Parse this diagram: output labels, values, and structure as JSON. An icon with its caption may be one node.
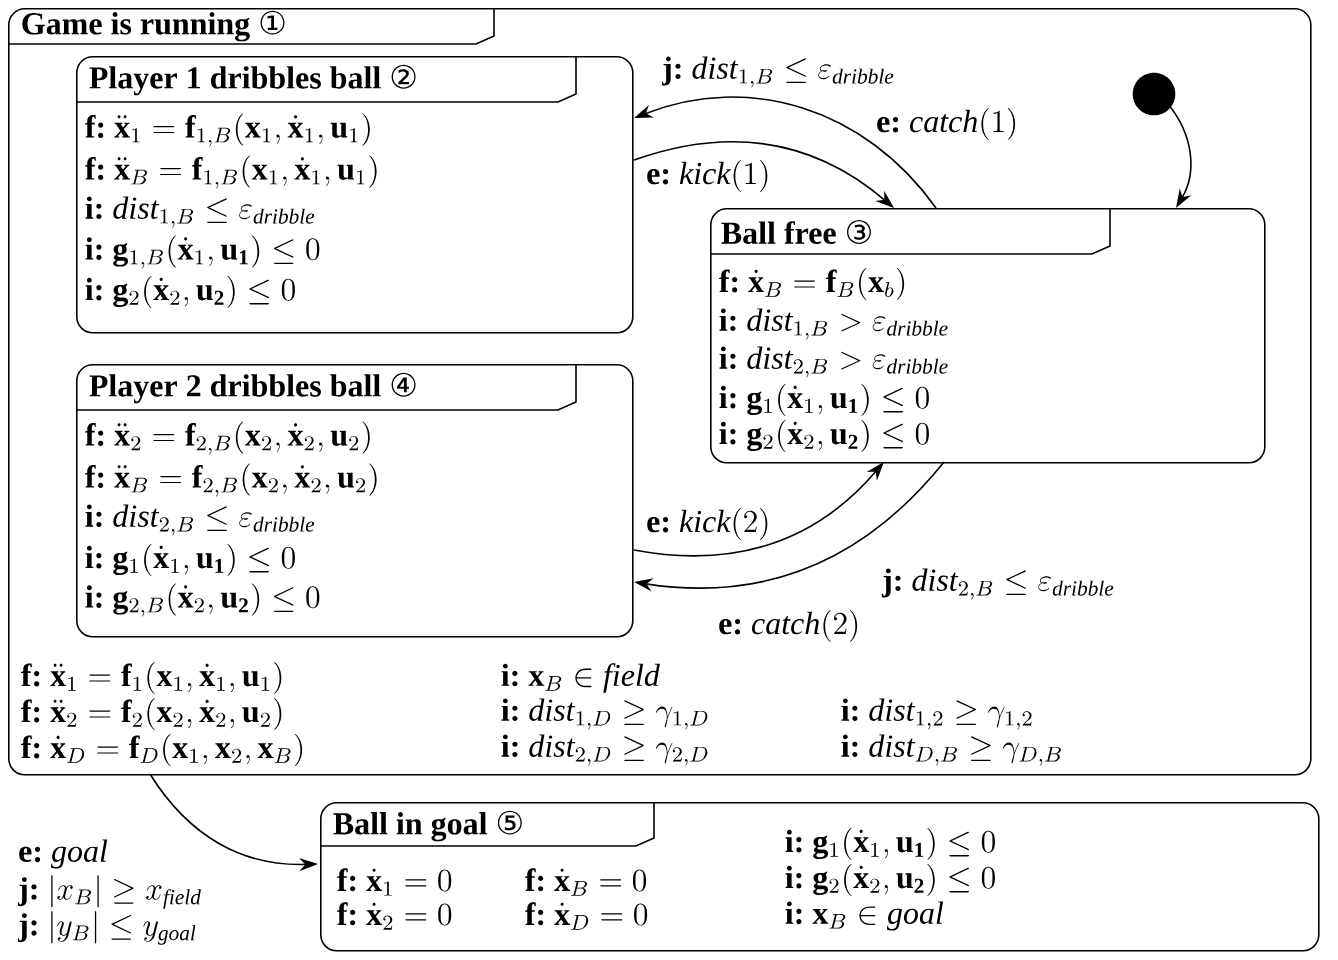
{
  "diagram": {
    "nodes": [
      {
        "text": [
          "Game is running ①",
          "\\textbf{f:}\\ \\ddot{\\mathbf{x}}_1=\\mathbf{f}_1(\\mathbf{x}_1,\\dot{\\mathbf{x}}_1,\\mathbf{u}_1)",
          "\\textbf{i:}\\ \\mathbf{x}_B\\in \\mathit{field}",
          "\\textbf{f:}\\ \\ddot{\\mathbf{x}}_2=\\mathbf{f}_2(\\mathbf{x}_2,\\dot{\\mathbf{x}}_2,\\mathbf{u}_2)",
          "\\textbf{i:}\\ \\mathit{dist}_{1,D}\\geq\\gamma_{1,D}",
          "\\textbf{i:}\\ \\mathit{dist}_{1,2}\\geq\\gamma_{1,2}",
          "\\textbf{f:}\\ \\dot{\\mathbf{x}}_D=\\mathbf{f}_D(\\mathbf{x}_1,\\mathbf{x}_2,\\mathbf{x}_B)",
          "\\textbf{i:}\\ \\mathit{dist}_{2,D}\\geq\\gamma_{2,D}",
          "\\textbf{i:}\\ \\mathit{dist}_{D,B}\\geq\\gamma_{D,B}"
        ]
      },
      {
        "text": [
          "Player 1 dribbles ball ②",
          "\\textbf{f:}\\ \\ddot{\\mathbf{x}}_1=\\mathbf{f}_{1,B}(\\mathbf{x}_1,\\dot{\\mathbf{x}}_1,\\mathbf{u}_1)",
          "\\textbf{f:}\\ \\ddot{\\mathbf{x}}_B=\\mathbf{f}_{1,B}(\\mathbf{x}_1,\\dot{\\mathbf{x}}_1,\\mathbf{u}_1)",
          "\\textbf{i:}\\ \\mathit{dist}_{1,B}\\leq\\varepsilon_{\\mathit{dribble}}",
          "\\textbf{i:}\\ \\mathbf{g}_{1,B}(\\dot{\\mathbf{x}}_1,\\mathbf{u_1})\\leq 0",
          "\\textbf{i:}\\ \\mathbf{g}_2(\\dot{\\mathbf{x}}_2,\\mathbf{u_2})\\leq 0"
        ],
        "in": 0
      },
      {
        "text": [
          "Ball free ③",
          "\\textbf{f:}\\ \\dot{\\mathbf{x}}_B=\\mathbf{f}_B(\\mathbf{x}_b)",
          "\\textbf{i:}\\ \\mathit{dist}_{1,B}>\\varepsilon_{\\mathit{dribble}}",
          "\\textbf{i:}\\ \\mathit{dist}_{2,B}>\\varepsilon_{\\mathit{dribble}}",
          "\\textbf{i:}\\ \\mathbf{g}_1(\\dot{\\mathbf{x}}_1,\\mathbf{u_1})\\leq 0",
          "\\textbf{i:}\\ \\mathbf{g}_2(\\dot{\\mathbf{x}}_2,\\mathbf{u_2})\\leq 0"
        ],
        "in": 0
      },
      {
        "text": [
          "Player 2 dribbles ball ④",
          "\\textbf{f:}\\ \\ddot{\\mathbf{x}}_2=\\mathbf{f}_{2,B}(\\mathbf{x}_2,\\dot{\\mathbf{x}}_2,\\mathbf{u}_2)",
          "\\textbf{f:}\\ \\ddot{\\mathbf{x}}_B=\\mathbf{f}_{2,B}(\\mathbf{x}_2,\\dot{\\mathbf{x}}_2,\\mathbf{u}_2)",
          "\\textbf{i:}\\ \\mathit{dist}_{2,B}\\leq\\varepsilon_{\\mathit{dribble}}",
          "\\textbf{i:}\\ \\mathbf{g}_1(\\dot{\\mathbf{x}}_1,\\mathbf{u_1})\\leq 0",
          "\\textbf{i:}\\ \\mathbf{g}_{2,B}(\\dot{\\mathbf{x}}_2,\\mathbf{u_2})\\leq 0"
        ],
        "in": 0
      },
      {
        "text": [],
        "shape": "circle",
        "in": 0
      },
      {
        "text": [
          "Ball in goal ⑤",
          "\\textbf{i:}\\ \\mathbf{g}_1(\\dot{\\mathbf{x}}_1,\\mathbf{u_1})\\leq 0",
          "\\textbf{f:}\\ \\dot{\\mathbf{x}}_1=0",
          "\\textbf{f:}\\ \\dot{\\mathbf{x}}_B=0",
          "\\textbf{i:}\\ \\mathbf{g}_2(\\dot{\\mathbf{x}}_2,\\mathbf{u_2})\\leq 0",
          "\\textbf{f:}\\ \\dot{\\mathbf{x}}_2=0",
          "\\textbf{f:}\\ \\dot{\\mathbf{x}}_D=0",
          "\\textbf{i:}\\ \\mathbf{x}_B\\in \\mathit{goal}"
        ]
      }
    ],
    "edges": [
      {
        "from": 2,
        "to": 1,
        "arrow": "to",
        "label": "\\textbf{j:}\\ \\mathit{dist}_{1,B}\\leq\\varepsilon_{\\mathit{dribble}}"
      },
      {
        "from": 1,
        "to": 2,
        "arrow": "to",
        "label": "\\textbf{e:}\\ \\mathit{kick}(1)"
      },
      {
        "from": 4,
        "to": 2,
        "arrow": "to"
      },
      {
        "from": 3,
        "to": 2,
        "arrow": "to",
        "label": "\\textbf{e:}\\ \\mathit{kick}(2)"
      },
      {
        "from": 2,
        "to": 3,
        "arrow": "to",
        "label": "\\textbf{j:}\\ \\mathit{dist}_{2,B}\\leq\\varepsilon_{\\mathit{dribble}}"
      },
      {
        "from": 0,
        "to": 5,
        "arrow": "to",
        "label": "\\textbf{e:}\\ \\mathit{goal}"
      }
    ],
    "labels": [
      "\\textbf{e:}\\ \\mathit{catch}(1)",
      "\\textbf{e:}\\ \\mathit{catch}(2)",
      "\\textbf{j:}\\ |x_B|\\geq x_{\\mathit{field}}",
      "\\textbf{j:}\\ |y_B|\\leq y_{\\mathit{goal}}"
    ]
  }
}
